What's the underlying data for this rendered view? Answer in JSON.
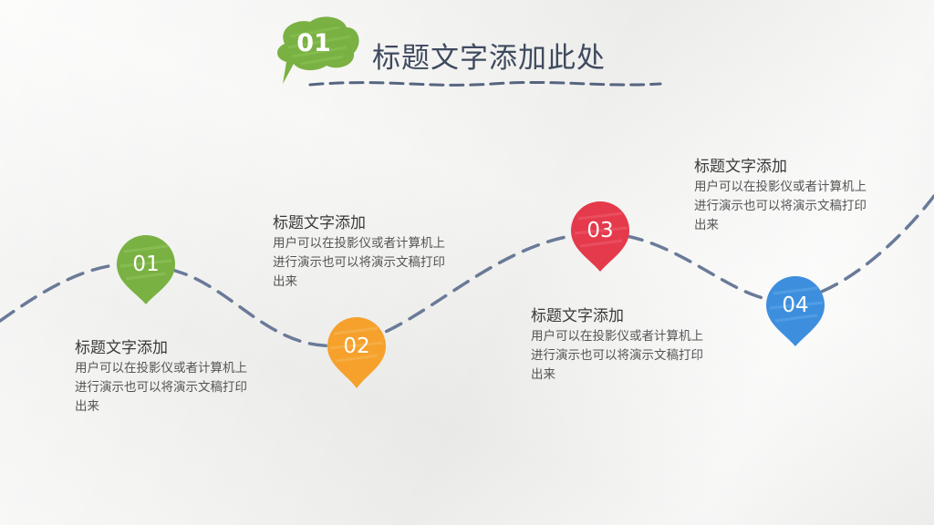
{
  "heading": {
    "badge": "01",
    "title": "标题文字添加此处"
  },
  "colors": {
    "line": "#6a7a98",
    "green": "#7ab143",
    "orange": "#f5a12c",
    "red": "#e43a4c",
    "blue": "#3d8fde",
    "title": "#3f4a5f"
  },
  "steps": [
    {
      "number": "01",
      "color": "green",
      "title": "标题文字添加",
      "body": "用户可以在投影仪或者计算机上进行演示也可以将演示文稿打印出来"
    },
    {
      "number": "02",
      "color": "orange",
      "title": "标题文字添加",
      "body": "用户可以在投影仪或者计算机上进行演示也可以将演示文稿打印出来"
    },
    {
      "number": "03",
      "color": "red",
      "title": "标题文字添加",
      "body": "用户可以在投影仪或者计算机上进行演示也可以将演示文稿打印出来"
    },
    {
      "number": "04",
      "color": "blue",
      "title": "标题文字添加",
      "body": "用户可以在投影仪或者计算机上进行演示也可以将演示文稿打印出来"
    }
  ]
}
